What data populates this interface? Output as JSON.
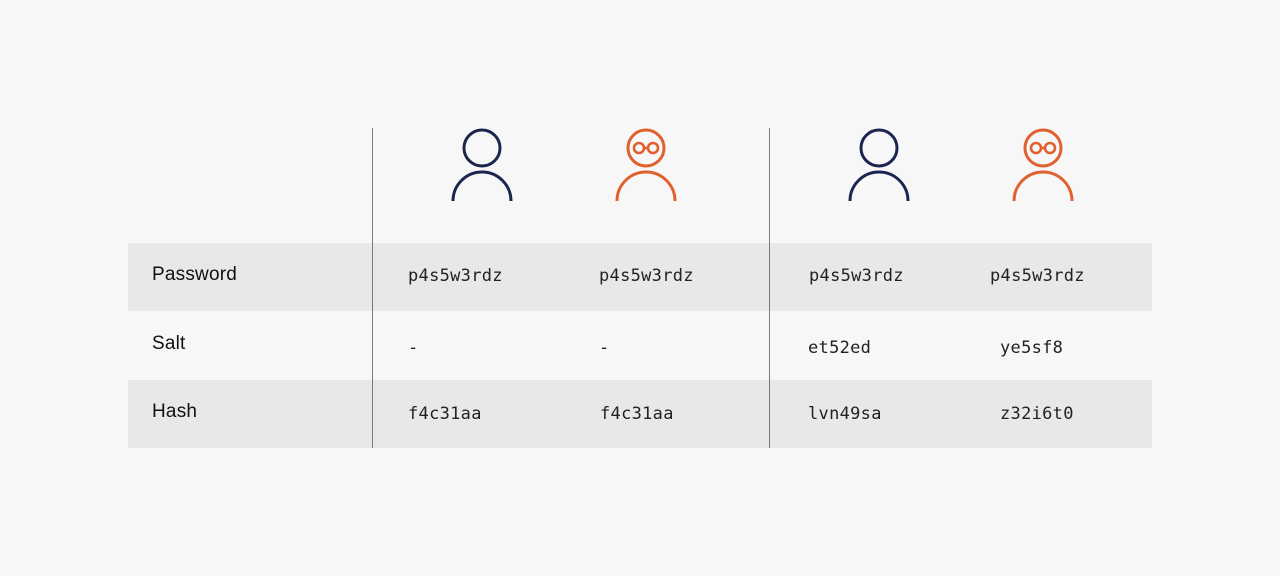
{
  "colors": {
    "user": "#1b2550",
    "attacker": "#e0612e",
    "row_shade": "#e8e8ea",
    "background": "#f7f7f8"
  },
  "avatars": [
    {
      "icon": "user-icon",
      "role": "user"
    },
    {
      "icon": "attacker-icon",
      "role": "attacker"
    },
    {
      "icon": "user-icon",
      "role": "user"
    },
    {
      "icon": "attacker-icon",
      "role": "attacker"
    }
  ],
  "rows": [
    {
      "label": "Password",
      "cells": [
        "p4s5w3rdz",
        "p4s5w3rdz",
        "p4s5w3rdz",
        "p4s5w3rdz"
      ]
    },
    {
      "label": "Salt",
      "cells": [
        "-",
        "-",
        "et52ed",
        "ye5sf8"
      ]
    },
    {
      "label": "Hash",
      "cells": [
        "f4c31aa",
        "f4c31aa",
        "lvn49sa",
        "z32i6t0"
      ]
    }
  ]
}
